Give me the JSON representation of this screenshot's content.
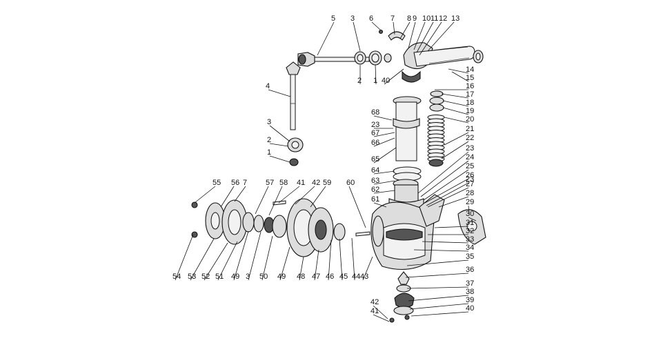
{
  "labels": [
    "1",
    "2",
    "3",
    "4",
    "5",
    "6",
    "7",
    "8",
    "9",
    "10",
    "11",
    "12",
    "13",
    "14",
    "15",
    "16",
    "17",
    "18",
    "19",
    "20",
    "21",
    "22",
    "23",
    "24",
    "25",
    "26",
    "27",
    "28",
    "29",
    "30",
    "31",
    "32",
    "33",
    "34",
    "35",
    "36",
    "37",
    "38",
    "39",
    "40",
    "41",
    "42",
    "43",
    "44",
    "45",
    "46",
    "47",
    "48",
    "49",
    "50",
    "51",
    "52",
    "53",
    "54",
    "55",
    "56",
    "57",
    "58",
    "59",
    "60",
    "61",
    "62",
    "63",
    "64",
    "65",
    "66",
    "67",
    "68"
  ]
}
